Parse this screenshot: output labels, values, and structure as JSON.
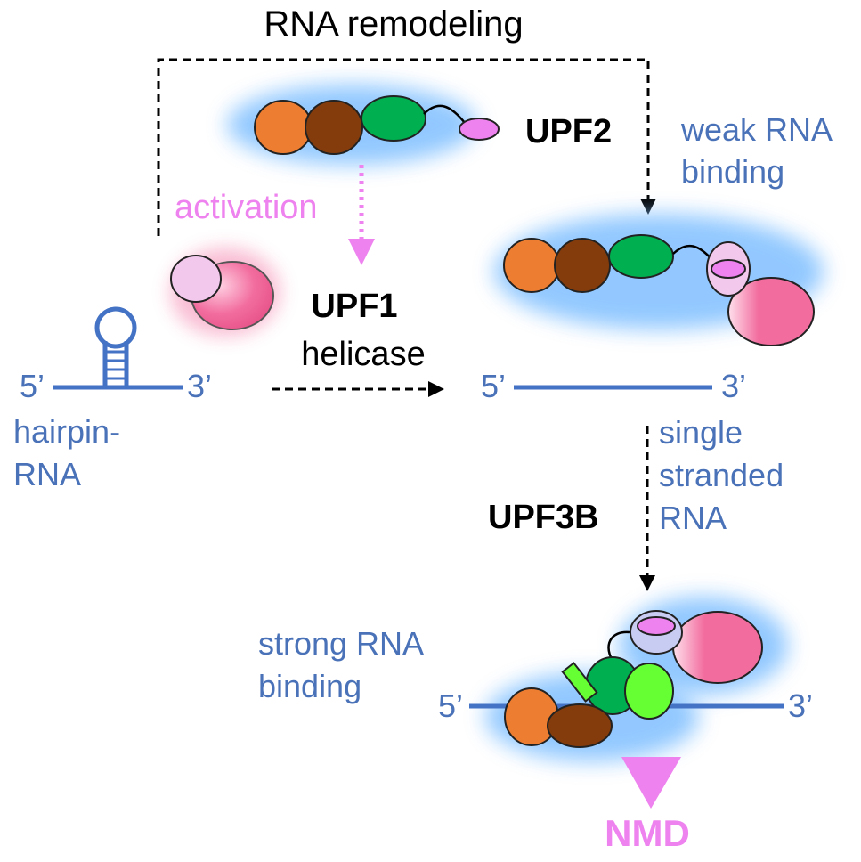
{
  "labels": {
    "title": "RNA remodeling",
    "upf2": "UPF2",
    "weak_line1": "weak RNA",
    "weak_line2": "binding",
    "activation": "activation",
    "upf1": "UPF1",
    "helicase": "helicase",
    "five_prime": "5’",
    "three_prime": "3’",
    "hairpin_line1": "hairpin-",
    "hairpin_line2": "RNA",
    "single_line1": "single",
    "single_line2": "stranded",
    "single_line3": "RNA",
    "upf3b": "UPF3B",
    "strong_line1": "strong RNA",
    "strong_line2": "binding",
    "nmd": "NMD"
  },
  "colors": {
    "rna_blue": "#4472c4",
    "label_blue": "#4a72b8",
    "pink": "#f26d9e",
    "light_pink": "#f2c8ec",
    "magenta_label": "#ee82ee",
    "orange": "#ed7d31",
    "brown": "#843c0c",
    "green": "#00b050",
    "light_green": "#66ff33",
    "violet": "#ee82ee",
    "glow": "#7fbfff"
  }
}
